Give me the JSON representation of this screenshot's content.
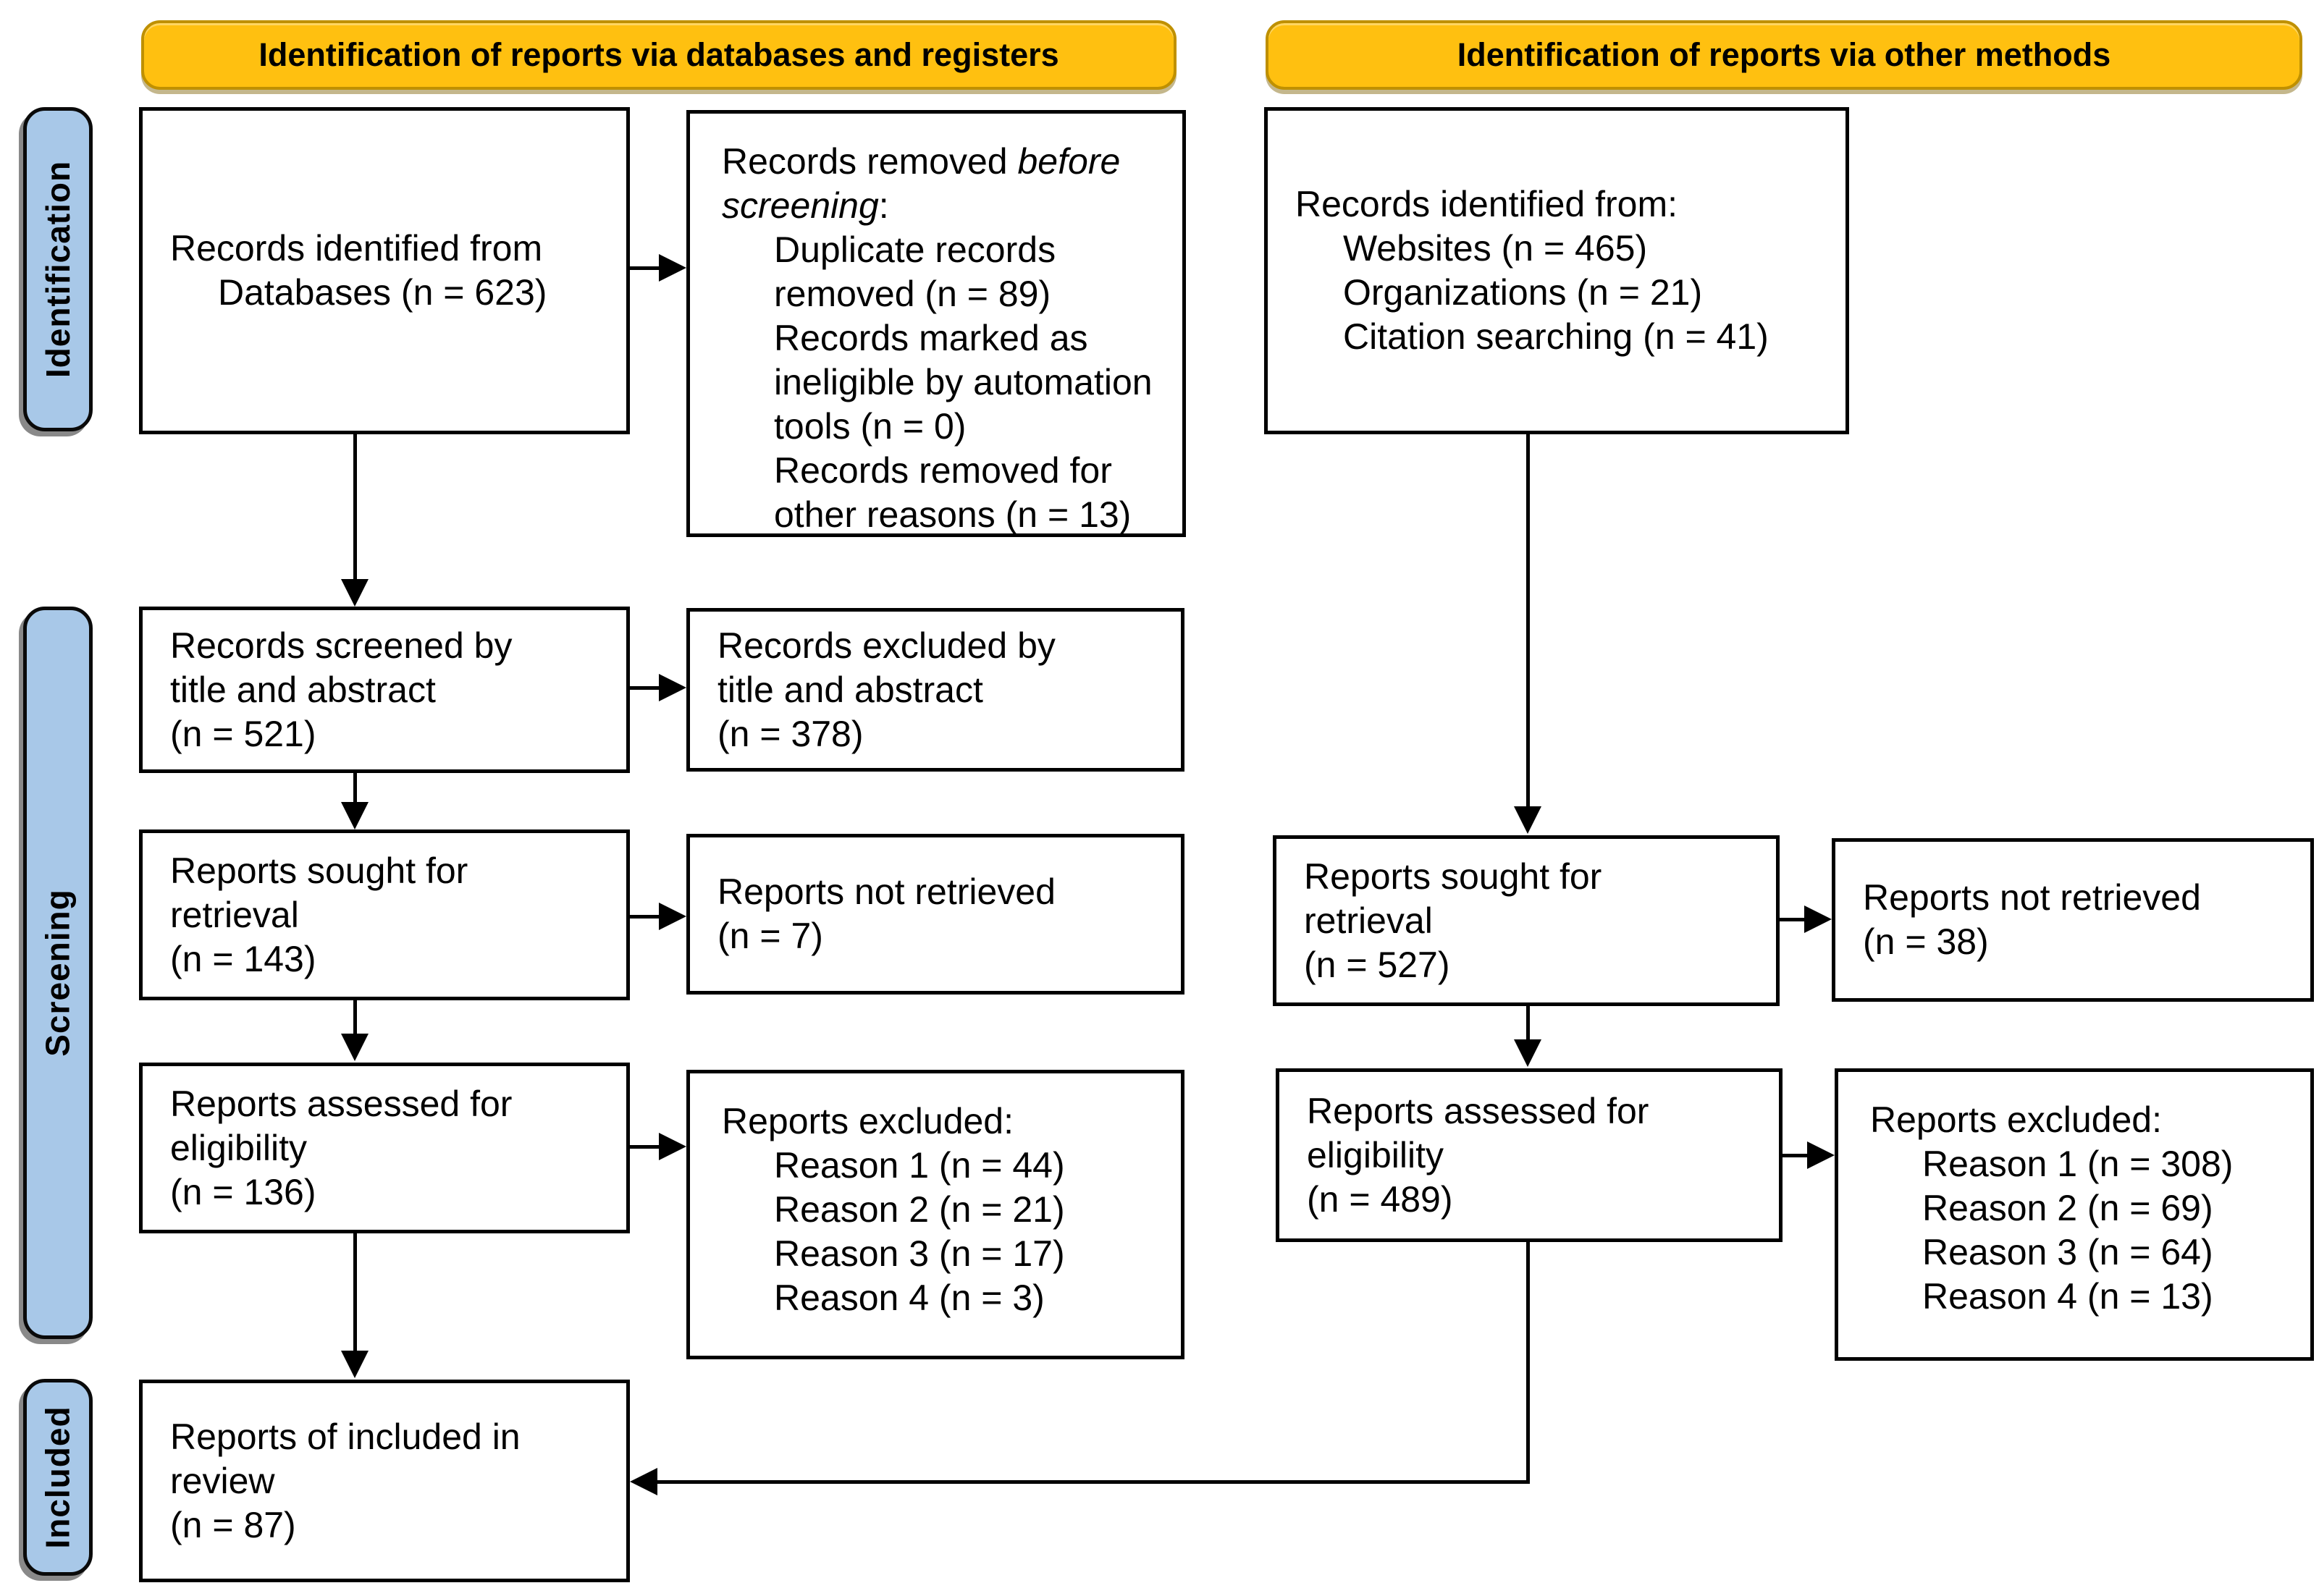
{
  "headers": {
    "left": "Identification of reports via databases and registers",
    "right": "Identification of reports via other methods"
  },
  "sidebar": {
    "identification": "Identification",
    "screening": "Screening",
    "included": "Included"
  },
  "boxes": {
    "db_identified": {
      "line1": "Records identified from",
      "line2": "Databases (n = 623)"
    },
    "removed_before": {
      "title_prefix": "Records removed ",
      "title_italic": "before screening",
      "title_suffix": ":",
      "items": {
        "0": "Duplicate records removed (n = 89)",
        "1": "Records marked as ineligible by automation tools (n = 0)",
        "2": "Records removed for other reasons (n = 13)"
      }
    },
    "screened": {
      "lines": {
        "0": "Records screened by",
        "1": "title and abstract",
        "2": "(n = 521)"
      }
    },
    "excluded_title_abstract": {
      "lines": {
        "0": "Records excluded by",
        "1": "title and abstract",
        "2": "(n = 378)"
      }
    },
    "sought_db": {
      "lines": {
        "0": "Reports sought for",
        "1": "retrieval",
        "2": "(n = 143)"
      }
    },
    "not_retrieved_db": {
      "lines": {
        "0": "Reports not retrieved",
        "1": "(n = 7)"
      }
    },
    "assessed_db": {
      "lines": {
        "0": "Reports assessed for",
        "1": "eligibility",
        "2": "(n = 136)"
      }
    },
    "excluded_db": {
      "title": "Reports excluded:",
      "items": {
        "0": "Reason 1 (n = 44)",
        "1": "Reason 2 (n = 21)",
        "2": "Reason 3 (n = 17)",
        "3": "Reason 4 (n = 3)"
      }
    },
    "included_review": {
      "lines": {
        "0": "Reports of included in",
        "1": "review",
        "2": "(n = 87)"
      }
    },
    "other_identified": {
      "title": "Records identified from:",
      "items": {
        "0": "Websites (n = 465)",
        "1": "Organizations (n = 21)",
        "2": "Citation searching (n = 41)"
      }
    },
    "sought_other": {
      "lines": {
        "0": "Reports sought for",
        "1": "retrieval",
        "2": "(n = 527)"
      }
    },
    "not_retrieved_other": {
      "lines": {
        "0": "Reports not retrieved",
        "1": "(n = 38)"
      }
    },
    "assessed_other": {
      "lines": {
        "0": "Reports assessed for",
        "1": "eligibility",
        "2": "(n = 489)"
      }
    },
    "excluded_other": {
      "title": "Reports excluded:",
      "items": {
        "0": "Reason 1 (n = 308)",
        "1": "Reason 2 (n = 69)",
        "2": "Reason 3 (n = 64)",
        "3": "Reason 4 (n = 13)"
      }
    }
  },
  "colors": {
    "header_bg": "#FFC010",
    "header_border": "#BF9000",
    "sidebar_bg": "#A8C8E8",
    "line": "#000000"
  }
}
